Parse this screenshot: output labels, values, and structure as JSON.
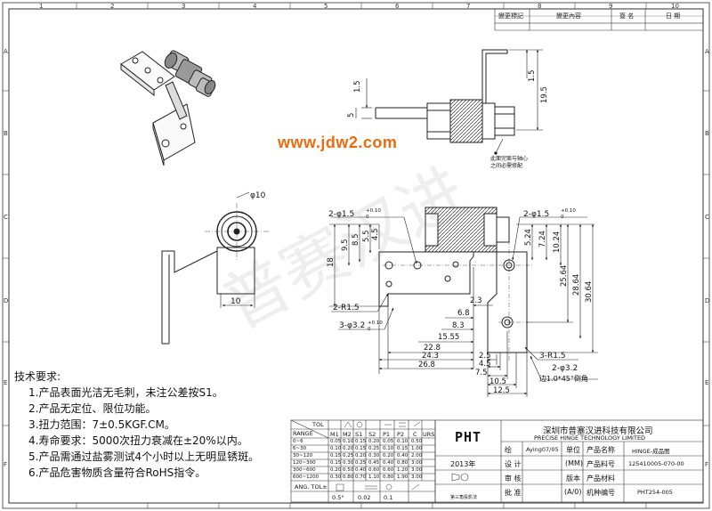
{
  "watermark": "www.jdw2.com",
  "ghost_text": "普赛汉进",
  "border": {
    "top_numbers": [
      "1",
      "2",
      "3",
      "4",
      "5",
      "6",
      "7",
      "8",
      "9",
      "10"
    ],
    "side_letters": [
      "A",
      "B",
      "C",
      "D",
      "E",
      "F"
    ]
  },
  "revision_header": {
    "col1": "變更標記",
    "col2": "變更內容",
    "col3": "簽 名",
    "col4": "日 期"
  },
  "annotations": {
    "top_note": [
      "此面完案与轴心",
      "之间必需修配"
    ],
    "dims_top_left": [
      "1.5",
      "5"
    ],
    "dims_top_right": [
      "1.5",
      "19.5"
    ],
    "phi10": "φ10",
    "hole_left": "2-φ1.5",
    "hole_left_tol": "+0.10",
    "hole_left_tol_low": "0",
    "hole_right": "2-φ1.5",
    "hole_right_tol": "+0.10",
    "hole_right_tol_low": "0",
    "vert_dims_left": [
      "18",
      "9.5",
      "8.5",
      "5.5",
      "4.5"
    ],
    "vert_dims_right": [
      "5.24",
      "7.24",
      "10.24",
      "25.64",
      "28.64",
      "30.64"
    ],
    "dim_10": "10",
    "r15_left": "2-R1.5",
    "phi32_left": "3-φ3.2",
    "phi32_left_tol": "+0.10",
    "phi32_left_tol_low": "0",
    "horiz_dims": [
      "2.3",
      "6.8",
      "8.3",
      "15.55",
      "22.8",
      "24.3",
      "26.8"
    ],
    "right_dims": [
      "2.5",
      "4.5",
      "7.5",
      "10.5",
      "12.5"
    ],
    "r15_right": "3-R1.5",
    "phi32_right": "2-φ3.2",
    "chamfer": "边1.0*45°倒角"
  },
  "notes": {
    "title": "技术要求:",
    "items": [
      "1.产品表面光洁无毛刺，未注公差按S1。",
      "2.产品无定位、限位功能。",
      "3.扭力范围：7±0.5KGF.CM。",
      "4.寿命要求：5000次扭力衰减在±20%以内。",
      "5.产品需通过盐雾测试4个小时以上无明显锈斑。",
      "6.产品危害物质含量符合RoHS指令。"
    ]
  },
  "tol_table": {
    "corner_top": "TOL",
    "corner_bottom": "RANGE",
    "headers": [
      "M1",
      "M2",
      "S1",
      "S2",
      "P1",
      "P2",
      "C",
      "URS"
    ],
    "rows": [
      [
        "0~6",
        "0.05",
        "0.10",
        "0.15",
        "0.20",
        "0.05",
        "0.10",
        "0.50"
      ],
      [
        "6~30",
        "0.10",
        "0.20",
        "0.15",
        "0.25",
        "0.10",
        "0.15",
        "1.00"
      ],
      [
        "30~120",
        "0.15",
        "0.25",
        "0.20",
        "0.30",
        "0.20",
        "0.40",
        "2.00"
      ],
      [
        "120~300",
        "0.15",
        "0.30",
        "0.25",
        "0.45",
        "0.40",
        "0.80",
        "3.00"
      ],
      [
        "300~600",
        "0.20",
        "0.50",
        "0.40",
        "0.60",
        "0.60",
        "1.20",
        "3.00"
      ],
      [
        "600~1200",
        "0.30",
        "0.80",
        "0.70",
        "1.10",
        "0.80",
        "1.90",
        "3.00"
      ]
    ],
    "angle_label": "ANG. TOL±",
    "angle_value": "0.5°",
    "extra": "0.02",
    "extra2": "0.1"
  },
  "title_block": {
    "logo": "PHT",
    "company_cn": "深圳市普塞汉进科技有限公司",
    "company_en": "PRECISE HINGE TECHNOLOGY LIMITED",
    "year": "2013年",
    "projection_note": "第三角投影法",
    "labels": [
      "绘",
      "设 计",
      "审 核",
      "批 准"
    ],
    "draw_value": "Aying07/05",
    "unit_label": "单位",
    "unit_value": "(MM)",
    "version_label": "版本",
    "version_value": "(A/0)",
    "fields": [
      {
        "label": "产品名称",
        "value": "HINGE-成品图"
      },
      {
        "label": "产品料号",
        "value": "125410005-070-00"
      },
      {
        "label": "产品材料",
        "value": ""
      },
      {
        "label": "机种编号",
        "value": "PHT254-005"
      }
    ]
  }
}
